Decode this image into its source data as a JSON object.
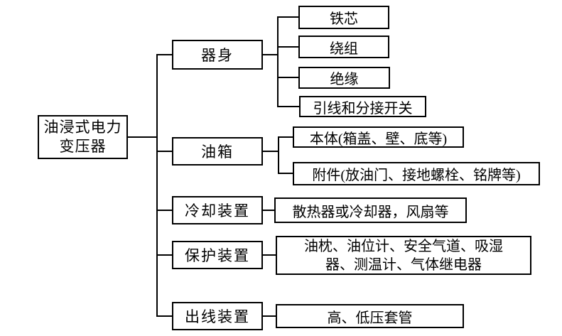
{
  "tree": {
    "root": {
      "label": "油浸式电力变压器",
      "display_lines": [
        "油浸式电力",
        "变压器"
      ]
    },
    "branches": [
      {
        "label": "器身",
        "children": [
          {
            "label": "铁芯"
          },
          {
            "label": "绕组"
          },
          {
            "label": "绝缘"
          },
          {
            "label": "引线和分接开关"
          }
        ]
      },
      {
        "label": "油箱",
        "children": [
          {
            "label": "本体(箱盖、壁、底等)"
          },
          {
            "label": "附件(放油门、接地螺栓、铭牌等)"
          }
        ]
      },
      {
        "label": "冷却装置",
        "children": [
          {
            "label": "散热器或冷却器，风扇等"
          }
        ]
      },
      {
        "label": "保护装置",
        "children": [
          {
            "label": "油枕、油位计、安全气道、吸湿器、测温计、气体继电器",
            "display_lines": [
              "油枕、油位计、安全气道、吸湿",
              "器、测温计、气体继电器"
            ]
          }
        ]
      },
      {
        "label": "出线装置",
        "children": [
          {
            "label": "高、低压套管"
          }
        ]
      }
    ],
    "colors": {
      "line": "#000000",
      "background": "#ffffff",
      "text": "#000000"
    }
  }
}
